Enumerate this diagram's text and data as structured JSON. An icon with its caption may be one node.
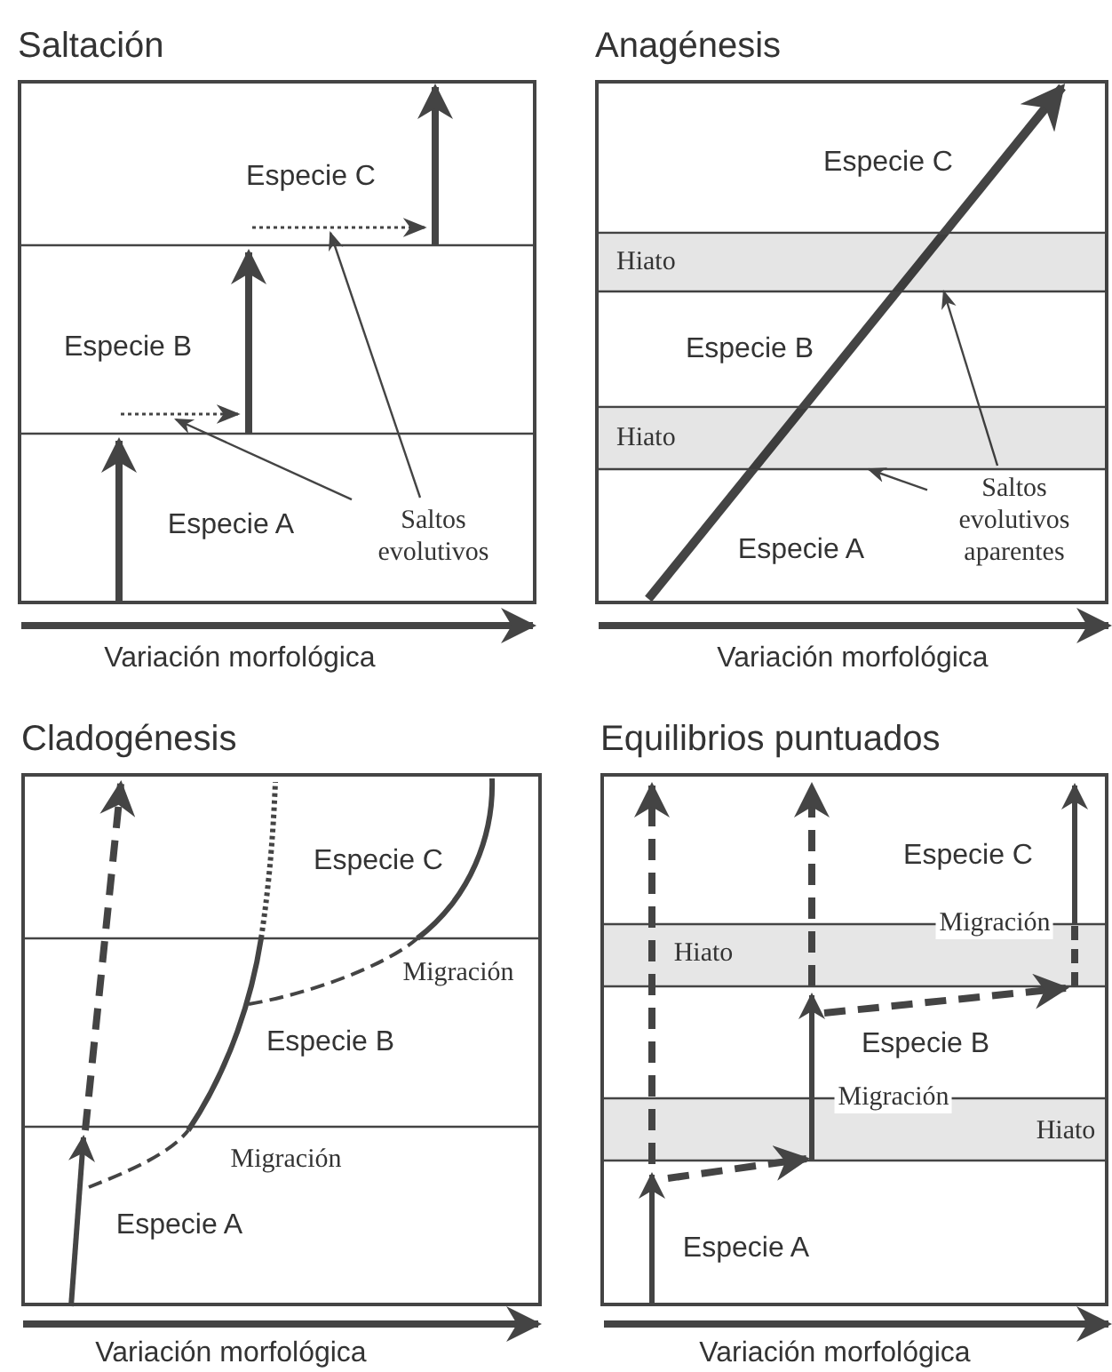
{
  "diagram": {
    "nodes": [
      {
        "text": [
          "Saltación"
        ]
      },
      {
        "text": [
          "Saltos evolutivos"
        ],
        "in": 0
      },
      {
        "text": [
          "Anagénesis"
        ]
      },
      {
        "text": [
          "Hiato"
        ],
        "in": 2
      },
      {
        "text": [
          "Hiato"
        ],
        "in": 2
      },
      {
        "text": [
          "Saltos evolutivos aparentes"
        ],
        "in": 2
      },
      {
        "text": [
          "Cladogénesis"
        ]
      },
      {
        "text": [
          "Equilibrios puntuados"
        ]
      }
    ],
    "edges": [
      {
        "from": 1,
        "to": null,
        "arrow": "to"
      },
      {
        "from": 1,
        "to": null,
        "arrow": "to"
      },
      {
        "from": 5,
        "to": 3,
        "arrow": "to"
      },
      {
        "from": 5,
        "to": 4,
        "arrow": "to"
      }
    ],
    "labels": [
      "Especie C",
      "Especie B",
      "Especie A",
      "Variación morfológica",
      "Especie C",
      "Especie B",
      "Especie A",
      "Variación morfológica",
      "Especie C",
      "Migración",
      "Especie B",
      "Migración",
      "Especie A",
      "Variación morfológica",
      "Especie C",
      "Migración",
      "Hiato",
      "Especie B",
      "Migración",
      "Hiato",
      "Especie A",
      "Variación morfológica"
    ]
  }
}
